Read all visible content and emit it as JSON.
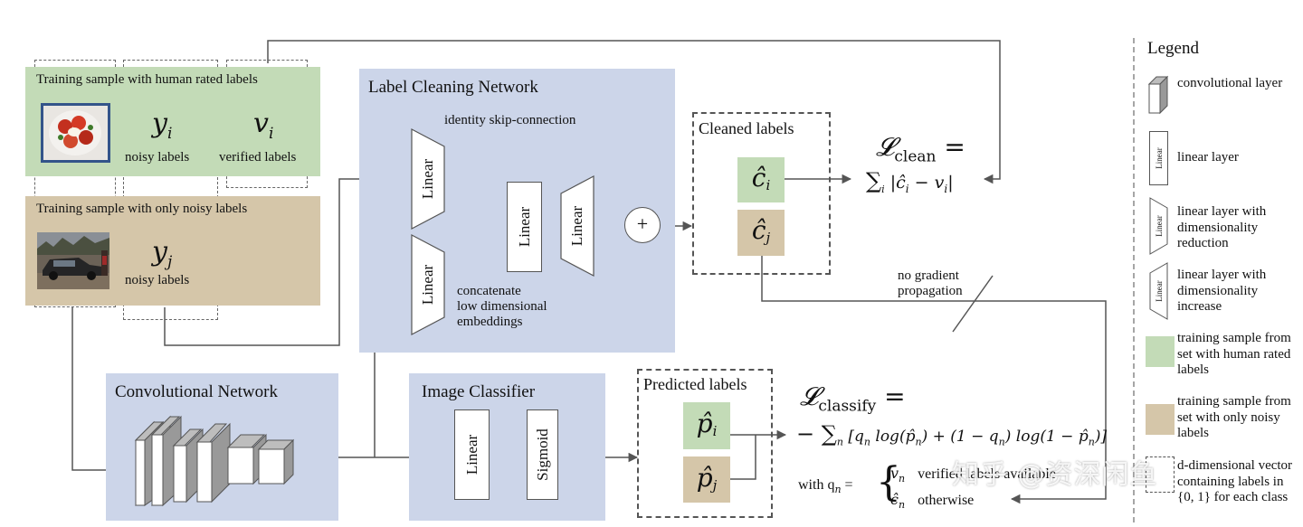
{
  "samples": {
    "human_title": "Training sample with human rated labels",
    "human_noisy_symbol": "y",
    "human_noisy_sub": "i",
    "human_noisy_caption": "noisy labels",
    "human_verified_symbol": "v",
    "human_verified_sub": "i",
    "human_verified_caption": "verified labels",
    "noisy_title": "Training sample with only noisy labels",
    "noisy_symbol": "y",
    "noisy_sub": "j",
    "noisy_caption": "noisy labels"
  },
  "label_cleaning": {
    "title": "Label Cleaning Network",
    "skip_label": "identity skip-connection",
    "linear": "Linear",
    "plus": "+",
    "concat_line1": "concatenate",
    "concat_line2": "low dimensional",
    "concat_line3": "embeddings"
  },
  "cleaned": {
    "title": "Cleaned labels",
    "ci": "ĉ",
    "ci_sub": "i",
    "cj": "ĉ",
    "cj_sub": "j"
  },
  "loss_clean": {
    "L": "𝓛",
    "sub": "clean",
    "eq": "=",
    "sum": "∑",
    "sum_sub": "i",
    "body": "|ĉ",
    "body_sub": "i",
    "body_end": " − v",
    "body_end_sub": "i",
    "bar": "|"
  },
  "no_gradient": {
    "line1": "no gradient",
    "line2": "propagation"
  },
  "conv": {
    "title": "Convolutional Network"
  },
  "classifier": {
    "title": "Image Classifier",
    "linear": "Linear",
    "sigmoid": "Sigmoid"
  },
  "predicted": {
    "title": "Predicted labels",
    "pi": "p̂",
    "pi_sub": "i",
    "pj": "p̂",
    "pj_sub": "j"
  },
  "loss_classify": {
    "L": "𝓛",
    "sub": "classify",
    "eq": "=",
    "formula": "[q",
    "formula_rest": " log(p̂",
    "formula_rest2": ") + (1 − q",
    "formula_rest3": ") log(1 − p̂",
    "formula_rest4": ")]",
    "n": "n",
    "minus_sum": "− ∑",
    "with": "with q",
    "case1_var": "v",
    "case1_text": "verified labels available",
    "case2_var": "ĉ",
    "case2_text": "otherwise"
  },
  "legend": {
    "title": "Legend",
    "items": [
      {
        "text": "convolutional layer"
      },
      {
        "text": "linear layer"
      },
      {
        "text": "linear layer with dimensionality reduction"
      },
      {
        "text": "linear layer with dimensionality increase"
      },
      {
        "text": "training sample from set with human rated labels"
      },
      {
        "text": "training sample from set with only noisy labels"
      },
      {
        "text": "d-dimensional vector containing labels in {0, 1} for each class"
      }
    ],
    "icon_linear": "Linear"
  },
  "watermark": "知乎 @资深闲鱼",
  "colors": {
    "panel_blue": "#ccd5e9",
    "human_green": "#c3dbb7",
    "noisy_tan": "#d5c6a9",
    "arrow": "#555555"
  }
}
